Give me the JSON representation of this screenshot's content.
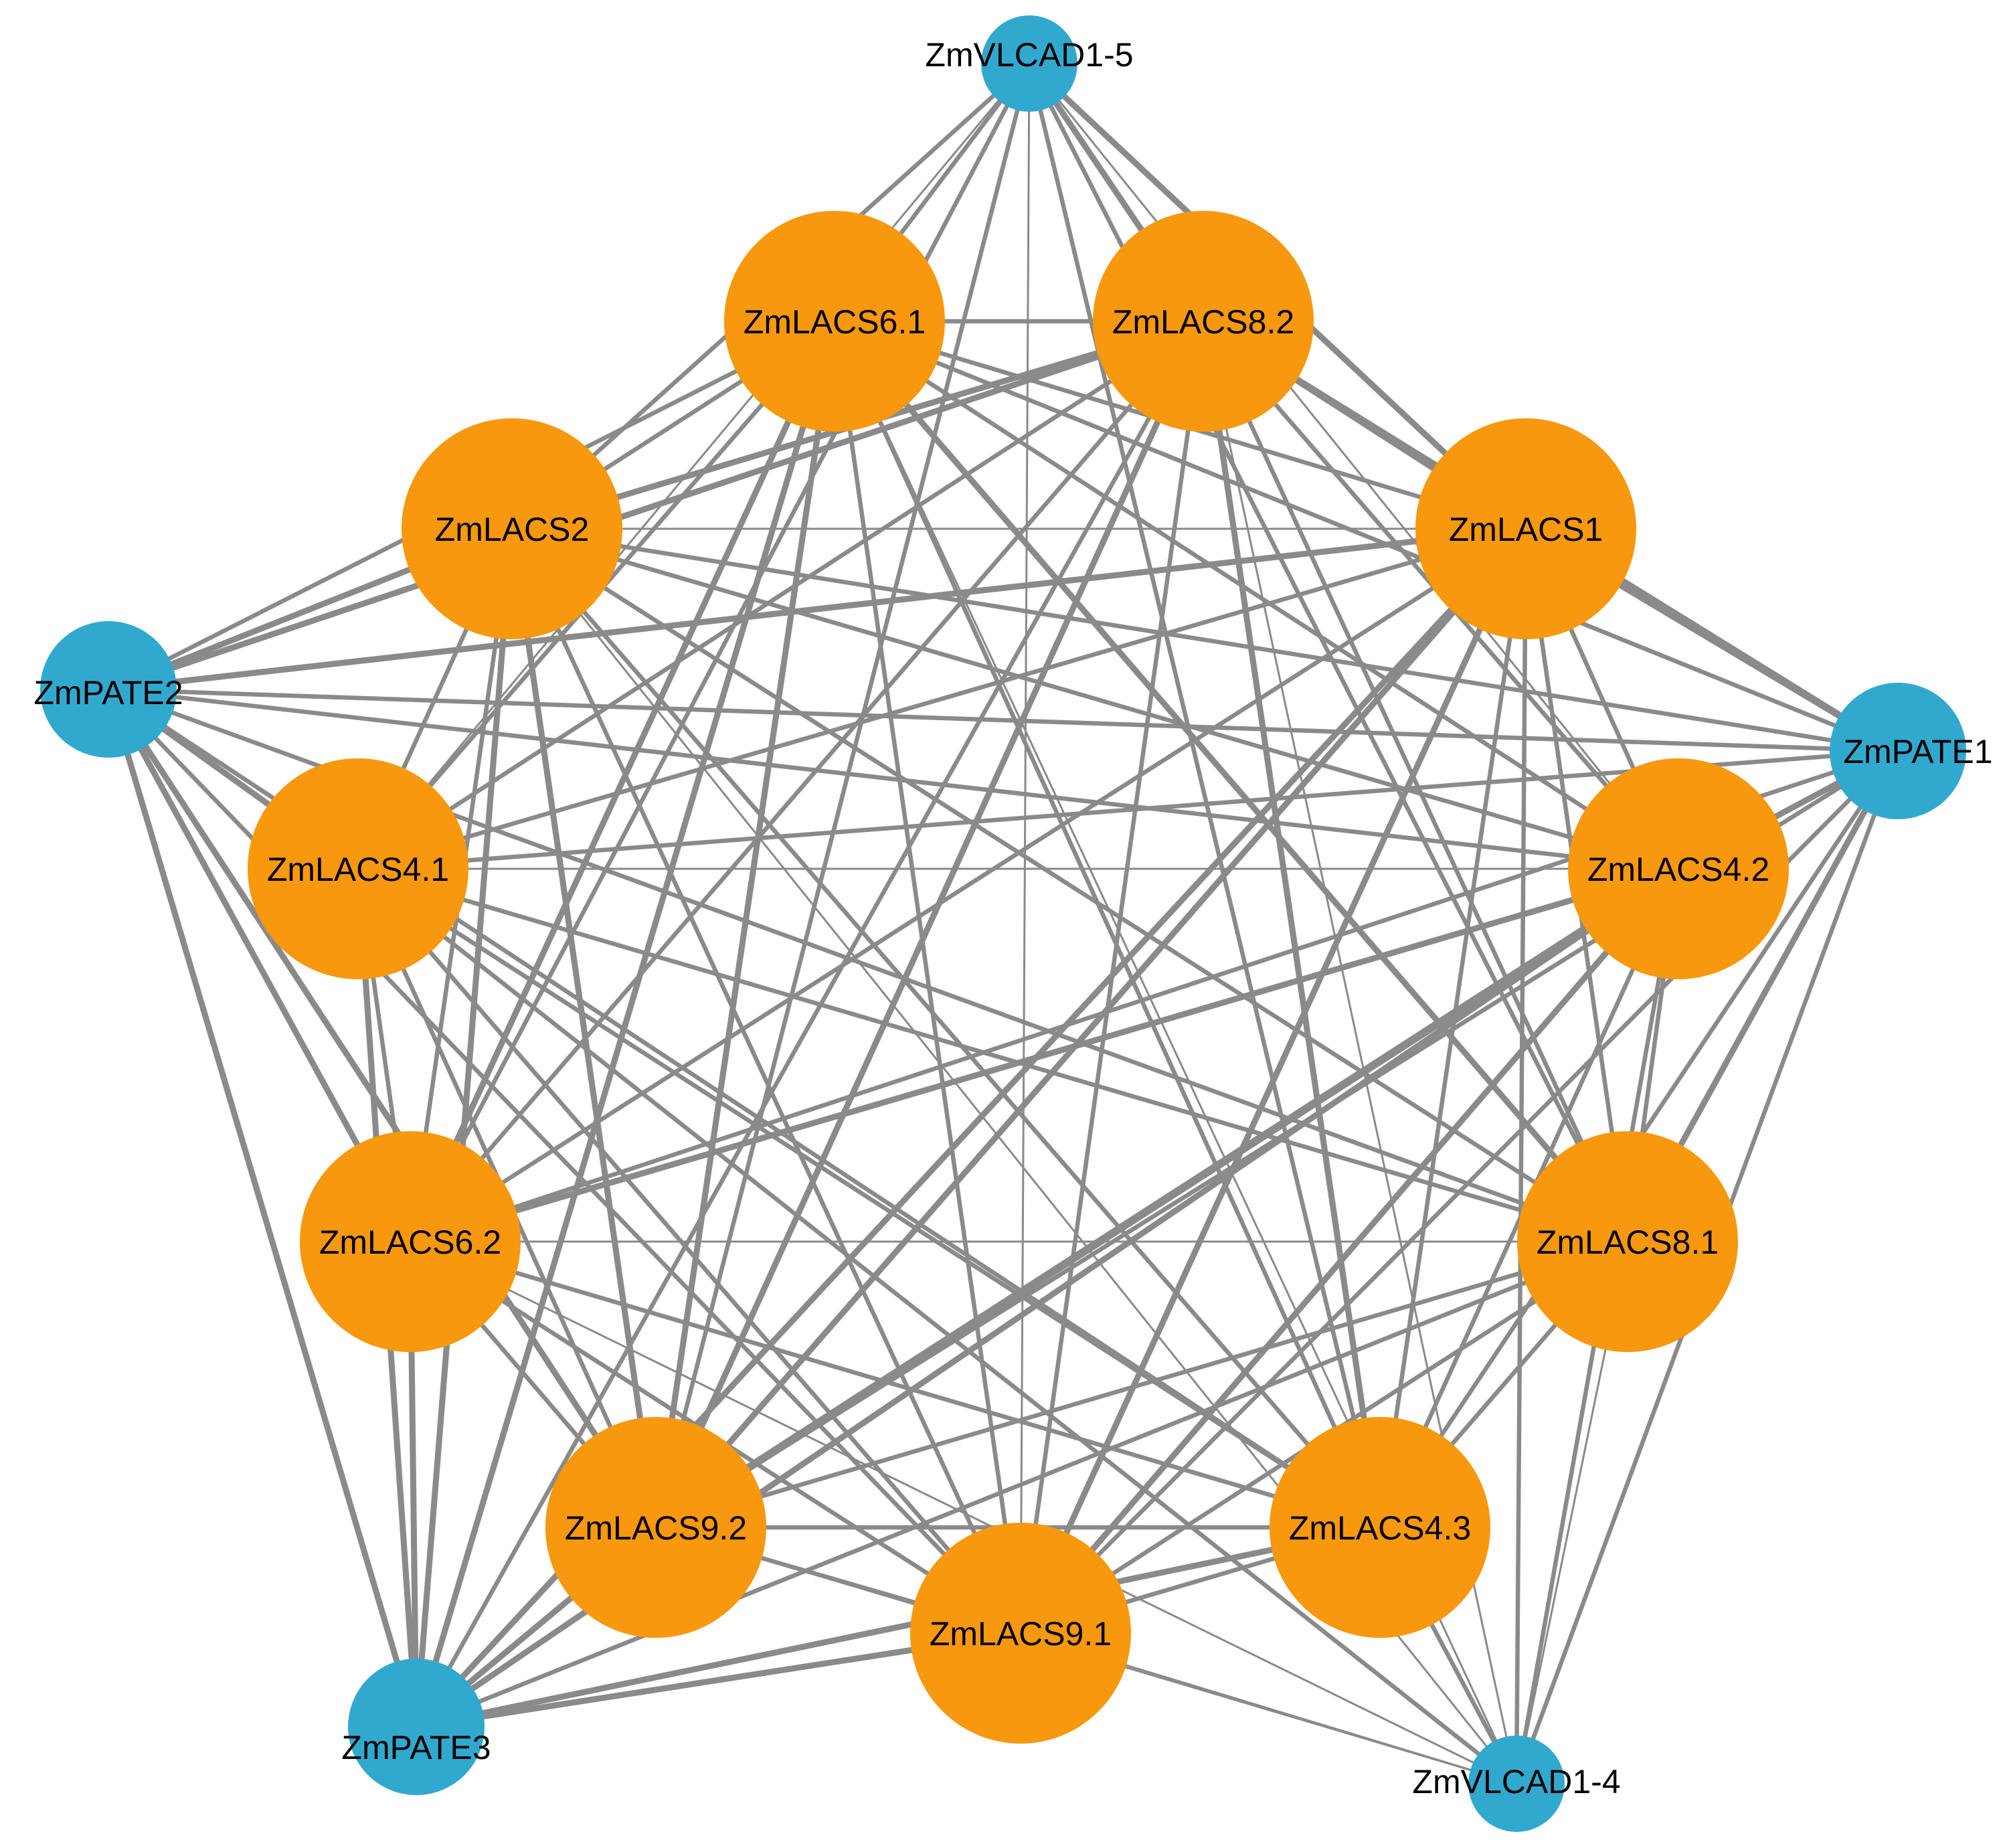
{
  "colors": {
    "hub_fill": "#31a9cf",
    "gene_fill": "#f7980f",
    "edge": "#8a8a8a"
  },
  "nodes": [
    {
      "id": "ZmVLCAD1-5",
      "label": "ZmVLCAD1-5",
      "group": "hub"
    },
    {
      "id": "ZmPATE2",
      "label": "ZmPATE2",
      "group": "hub"
    },
    {
      "id": "ZmPATE1",
      "label": "ZmPATE1",
      "group": "hub"
    },
    {
      "id": "ZmPATE3",
      "label": "ZmPATE3",
      "group": "hub"
    },
    {
      "id": "ZmVLCAD1-4",
      "label": "ZmVLCAD1-4",
      "group": "hub"
    },
    {
      "id": "ZmLACS6.1",
      "label": "ZmLACS6.1",
      "group": "gene"
    },
    {
      "id": "ZmLACS8.2",
      "label": "ZmLACS8.2",
      "group": "gene"
    },
    {
      "id": "ZmLACS2",
      "label": "ZmLACS2",
      "group": "gene"
    },
    {
      "id": "ZmLACS1",
      "label": "ZmLACS1",
      "group": "gene"
    },
    {
      "id": "ZmLACS4.1",
      "label": "ZmLACS4.1",
      "group": "gene"
    },
    {
      "id": "ZmLACS4.2",
      "label": "ZmLACS4.2",
      "group": "gene"
    },
    {
      "id": "ZmLACS6.2",
      "label": "ZmLACS6.2",
      "group": "gene"
    },
    {
      "id": "ZmLACS8.1",
      "label": "ZmLACS8.1",
      "group": "gene"
    },
    {
      "id": "ZmLACS9.2",
      "label": "ZmLACS9.2",
      "group": "gene"
    },
    {
      "id": "ZmLACS4.3",
      "label": "ZmLACS4.3",
      "group": "gene"
    },
    {
      "id": "ZmLACS9.1",
      "label": "ZmLACS9.1",
      "group": "gene"
    }
  ],
  "edges": [
    [
      "ZmLACS6.1",
      "ZmLACS8.2",
      2
    ],
    [
      "ZmLACS6.1",
      "ZmLACS2",
      2
    ],
    [
      "ZmLACS6.1",
      "ZmLACS1",
      2
    ],
    [
      "ZmLACS6.1",
      "ZmLACS4.1",
      2
    ],
    [
      "ZmLACS6.1",
      "ZmLACS4.2",
      2
    ],
    [
      "ZmLACS6.1",
      "ZmLACS6.2",
      3
    ],
    [
      "ZmLACS6.1",
      "ZmLACS8.1",
      3
    ],
    [
      "ZmLACS6.1",
      "ZmLACS9.2",
      3
    ],
    [
      "ZmLACS6.1",
      "ZmLACS4.3",
      2
    ],
    [
      "ZmLACS6.1",
      "ZmLACS9.1",
      2
    ],
    [
      "ZmLACS8.2",
      "ZmLACS2",
      3
    ],
    [
      "ZmLACS8.2",
      "ZmLACS1",
      2
    ],
    [
      "ZmLACS8.2",
      "ZmLACS4.1",
      2
    ],
    [
      "ZmLACS8.2",
      "ZmLACS4.2",
      2
    ],
    [
      "ZmLACS8.2",
      "ZmLACS6.2",
      2
    ],
    [
      "ZmLACS8.2",
      "ZmLACS8.1",
      2
    ],
    [
      "ZmLACS8.2",
      "ZmLACS9.2",
      3
    ],
    [
      "ZmLACS8.2",
      "ZmLACS4.3",
      3
    ],
    [
      "ZmLACS8.2",
      "ZmLACS9.1",
      2
    ],
    [
      "ZmLACS2",
      "ZmLACS1",
      1
    ],
    [
      "ZmLACS2",
      "ZmLACS4.1",
      2
    ],
    [
      "ZmLACS2",
      "ZmLACS4.2",
      2
    ],
    [
      "ZmLACS2",
      "ZmLACS6.2",
      2
    ],
    [
      "ZmLACS2",
      "ZmLACS8.1",
      2
    ],
    [
      "ZmLACS2",
      "ZmLACS9.2",
      3
    ],
    [
      "ZmLACS2",
      "ZmLACS4.3",
      2
    ],
    [
      "ZmLACS2",
      "ZmLACS9.1",
      2
    ],
    [
      "ZmLACS1",
      "ZmLACS4.1",
      2
    ],
    [
      "ZmLACS1",
      "ZmLACS4.2",
      2
    ],
    [
      "ZmLACS1",
      "ZmLACS6.2",
      2
    ],
    [
      "ZmLACS1",
      "ZmLACS8.1",
      2
    ],
    [
      "ZmLACS1",
      "ZmLACS9.2",
      3
    ],
    [
      "ZmLACS1",
      "ZmLACS4.3",
      2
    ],
    [
      "ZmLACS1",
      "ZmLACS9.1",
      3
    ],
    [
      "ZmLACS4.1",
      "ZmLACS4.2",
      1
    ],
    [
      "ZmLACS4.1",
      "ZmLACS6.2",
      2
    ],
    [
      "ZmLACS4.1",
      "ZmLACS8.1",
      2
    ],
    [
      "ZmLACS4.1",
      "ZmLACS9.2",
      2
    ],
    [
      "ZmLACS4.1",
      "ZmLACS4.3",
      2
    ],
    [
      "ZmLACS4.1",
      "ZmLACS9.1",
      2
    ],
    [
      "ZmLACS4.2",
      "ZmLACS6.2",
      3
    ],
    [
      "ZmLACS4.2",
      "ZmLACS8.1",
      2
    ],
    [
      "ZmLACS4.2",
      "ZmLACS9.2",
      4
    ],
    [
      "ZmLACS4.2",
      "ZmLACS4.3",
      2
    ],
    [
      "ZmLACS4.2",
      "ZmLACS9.1",
      3
    ],
    [
      "ZmLACS6.2",
      "ZmLACS8.1",
      1
    ],
    [
      "ZmLACS6.2",
      "ZmLACS9.2",
      2
    ],
    [
      "ZmLACS6.2",
      "ZmLACS4.3",
      2
    ],
    [
      "ZmLACS6.2",
      "ZmLACS9.1",
      2
    ],
    [
      "ZmLACS8.1",
      "ZmLACS9.2",
      2
    ],
    [
      "ZmLACS8.1",
      "ZmLACS4.3",
      2
    ],
    [
      "ZmLACS8.1",
      "ZmLACS9.1",
      2
    ],
    [
      "ZmLACS9.2",
      "ZmLACS4.3",
      2
    ],
    [
      "ZmLACS9.2",
      "ZmLACS9.1",
      2
    ],
    [
      "ZmLACS4.3",
      "ZmLACS9.1",
      2
    ],
    [
      "ZmVLCAD1-5",
      "ZmLACS6.1",
      2
    ],
    [
      "ZmVLCAD1-5",
      "ZmLACS8.2",
      3
    ],
    [
      "ZmVLCAD1-5",
      "ZmLACS2",
      2
    ],
    [
      "ZmVLCAD1-5",
      "ZmLACS1",
      3
    ],
    [
      "ZmVLCAD1-5",
      "ZmLACS4.1",
      1
    ],
    [
      "ZmVLCAD1-5",
      "ZmLACS4.2",
      1
    ],
    [
      "ZmVLCAD1-5",
      "ZmLACS6.2",
      2
    ],
    [
      "ZmVLCAD1-5",
      "ZmLACS8.1",
      2
    ],
    [
      "ZmVLCAD1-5",
      "ZmLACS9.2",
      2
    ],
    [
      "ZmVLCAD1-5",
      "ZmLACS4.3",
      2
    ],
    [
      "ZmVLCAD1-5",
      "ZmLACS9.1",
      1
    ],
    [
      "ZmPATE2",
      "ZmLACS6.1",
      2
    ],
    [
      "ZmPATE2",
      "ZmLACS8.2",
      3
    ],
    [
      "ZmPATE2",
      "ZmLACS2",
      3
    ],
    [
      "ZmPATE2",
      "ZmLACS1",
      3
    ],
    [
      "ZmPATE2",
      "ZmLACS4.1",
      3
    ],
    [
      "ZmPATE2",
      "ZmLACS4.2",
      2
    ],
    [
      "ZmPATE2",
      "ZmLACS6.2",
      3
    ],
    [
      "ZmPATE2",
      "ZmLACS8.1",
      2
    ],
    [
      "ZmPATE2",
      "ZmLACS9.2",
      3
    ],
    [
      "ZmPATE2",
      "ZmLACS4.3",
      2
    ],
    [
      "ZmPATE2",
      "ZmLACS9.1",
      2
    ],
    [
      "ZmPATE2",
      "ZmPATE1",
      2
    ],
    [
      "ZmPATE2",
      "ZmPATE3",
      3
    ],
    [
      "ZmPATE1",
      "ZmLACS6.1",
      2
    ],
    [
      "ZmPATE1",
      "ZmLACS8.2",
      3
    ],
    [
      "ZmPATE1",
      "ZmLACS2",
      2
    ],
    [
      "ZmPATE1",
      "ZmLACS1",
      3
    ],
    [
      "ZmPATE1",
      "ZmLACS4.1",
      2
    ],
    [
      "ZmPATE1",
      "ZmLACS4.2",
      3
    ],
    [
      "ZmPATE1",
      "ZmLACS6.2",
      2
    ],
    [
      "ZmPATE1",
      "ZmLACS8.1",
      3
    ],
    [
      "ZmPATE1",
      "ZmLACS9.2",
      2
    ],
    [
      "ZmPATE1",
      "ZmLACS4.3",
      2
    ],
    [
      "ZmPATE1",
      "ZmLACS9.1",
      2
    ],
    [
      "ZmPATE1",
      "ZmVLCAD1-4",
      2
    ],
    [
      "ZmPATE3",
      "ZmLACS6.1",
      3
    ],
    [
      "ZmPATE3",
      "ZmLACS8.2",
      2
    ],
    [
      "ZmPATE3",
      "ZmLACS2",
      3
    ],
    [
      "ZmPATE3",
      "ZmLACS1",
      3
    ],
    [
      "ZmPATE3",
      "ZmLACS4.1",
      3
    ],
    [
      "ZmPATE3",
      "ZmLACS4.2",
      3
    ],
    [
      "ZmPATE3",
      "ZmLACS6.2",
      3
    ],
    [
      "ZmPATE3",
      "ZmLACS8.1",
      2
    ],
    [
      "ZmPATE3",
      "ZmLACS9.2",
      3
    ],
    [
      "ZmPATE3",
      "ZmLACS4.3",
      3
    ],
    [
      "ZmPATE3",
      "ZmLACS9.1",
      3
    ],
    [
      "ZmVLCAD1-4",
      "ZmLACS6.1",
      1
    ],
    [
      "ZmVLCAD1-4",
      "ZmLACS8.2",
      1
    ],
    [
      "ZmVLCAD1-4",
      "ZmLACS2",
      1
    ],
    [
      "ZmVLCAD1-4",
      "ZmLACS1",
      2
    ],
    [
      "ZmVLCAD1-4",
      "ZmLACS4.1",
      2
    ],
    [
      "ZmVLCAD1-4",
      "ZmLACS4.2",
      2
    ],
    [
      "ZmVLCAD1-4",
      "ZmLACS6.2",
      1
    ],
    [
      "ZmVLCAD1-4",
      "ZmLACS8.1",
      1
    ],
    [
      "ZmVLCAD1-4",
      "ZmLACS9.2",
      1
    ],
    [
      "ZmVLCAD1-4",
      "ZmLACS4.3",
      2
    ],
    [
      "ZmVLCAD1-4",
      "ZmLACS9.1",
      1
    ]
  ]
}
